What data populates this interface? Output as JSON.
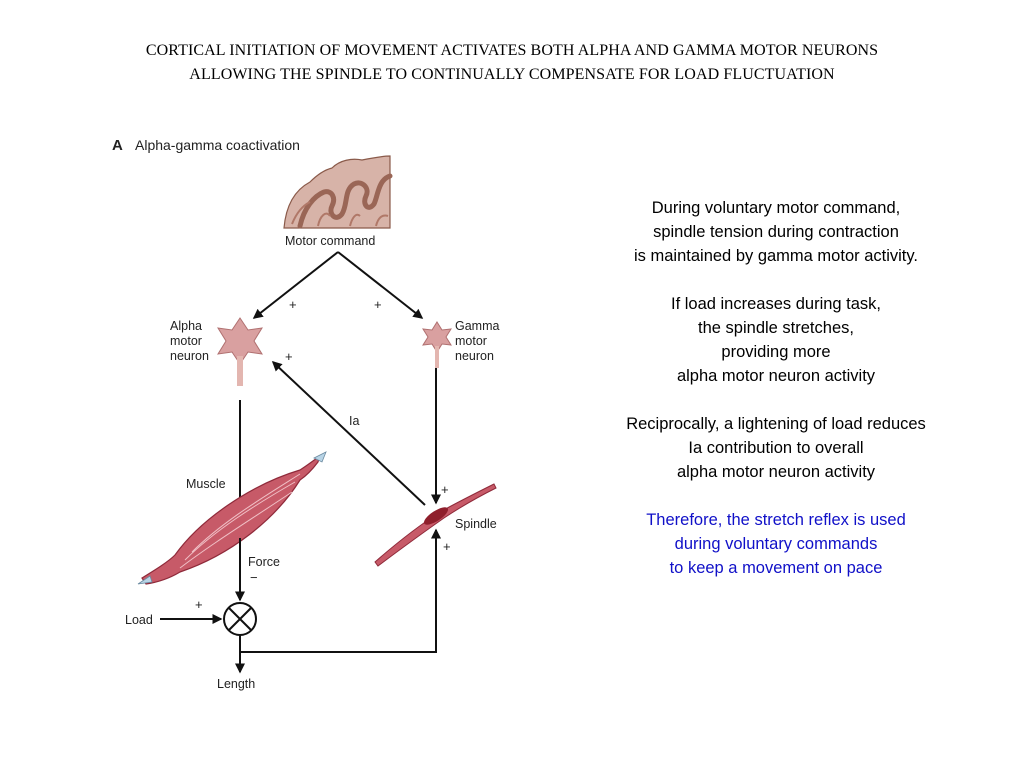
{
  "title": {
    "line1": "CORTICAL INITIATION OF MOVEMENT ACTIVATES BOTH ALPHA AND GAMMA MOTOR NEURONS",
    "line2": "ALLOWING THE SPINDLE TO CONTINUALLY COMPENSATE FOR LOAD FLUCTUATION"
  },
  "figure": {
    "panel_letter": "A",
    "panel_title": "Alpha-gamma coactivation",
    "motor_command": "Motor command",
    "alpha_lines": [
      "Alpha",
      "motor",
      "neuron"
    ],
    "gamma_lines": [
      "Gamma",
      "motor",
      "neuron"
    ],
    "ia_label": "Ia",
    "muscle": "Muscle",
    "spindle": "Spindle",
    "force": "Force",
    "load": "Load",
    "length": "Length",
    "plus": "+",
    "minus": "−"
  },
  "notes": {
    "p1": [
      "During voluntary motor command,",
      "spindle tension during contraction",
      "is maintained by gamma motor activity."
    ],
    "p2": [
      "If load increases during task,",
      "the spindle stretches,",
      "providing more",
      "alpha motor neuron activity"
    ],
    "p3": [
      "Reciprocally, a lightening of load reduces",
      "Ia contribution to overall",
      "alpha motor neuron activity"
    ],
    "p4": [
      "Therefore, the stretch reflex is used",
      "during voluntary commands",
      "to keep a movement on pace"
    ]
  },
  "colors": {
    "emphasis_text": "#1010c8",
    "neuron_fill": "#d9a0a0",
    "muscle_fill": "#c04a5a",
    "cortex_fill": "#c89a90"
  }
}
